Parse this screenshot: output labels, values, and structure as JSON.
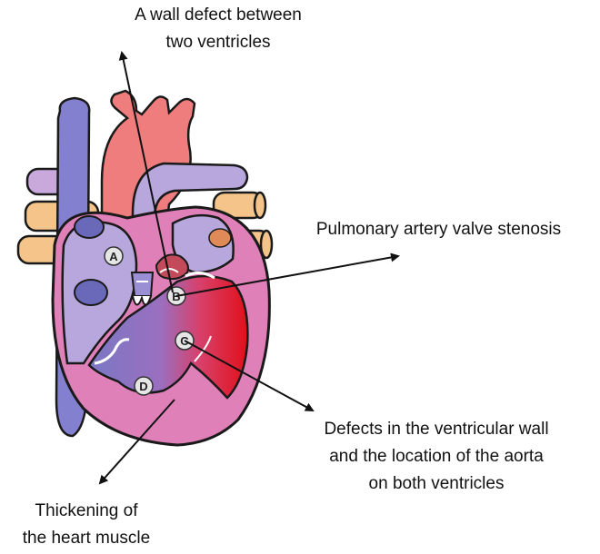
{
  "annotations": {
    "wall_defect": {
      "lines": [
        "A wall defect between",
        "two ventricles"
      ]
    },
    "pulmonary_stenosis": {
      "lines": [
        "Pulmonary artery valve stenosis"
      ]
    },
    "ventricular_defects": {
      "lines": [
        "Defects in the ventricular wall",
        "and the location of the aorta",
        "on both ventricles"
      ]
    },
    "muscle_thickening": {
      "lines": [
        "Thickening of",
        "the heart muscle"
      ]
    }
  },
  "markers": [
    "A",
    "B",
    "C",
    "D"
  ],
  "colors": {
    "aorta": "#ef7d7d",
    "oxygenated": "#e0101a",
    "deoxygenated": "#7a78c4",
    "vein_blue": "#8380cf",
    "muscle": "#e080b8",
    "pulmonary_tan": "#f5c48a",
    "pulmonary_violet": "#c9a8dc",
    "outline": "#1a1a1a"
  }
}
